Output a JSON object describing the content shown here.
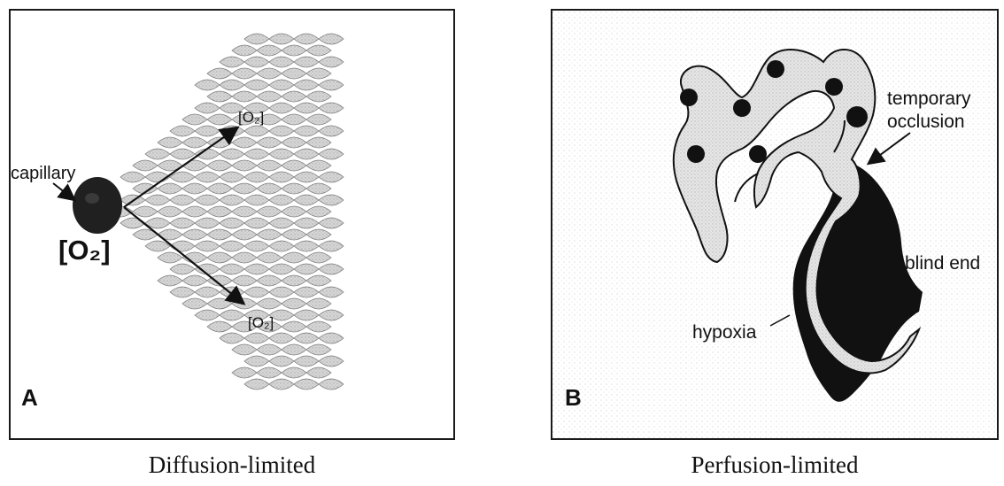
{
  "panel_a": {
    "letter": "A",
    "capillary_label": "capillary",
    "o2_main": "[O₂]",
    "o2_upper": "[O₂]",
    "o2_lower": "[O₂]",
    "caption": "Diffusion-limited"
  },
  "panel_b": {
    "letter": "B",
    "occlusion_line1": "temporary",
    "occlusion_line2": "occlusion",
    "blind_end_label": "blind end",
    "hypoxia_label": "hypoxia",
    "caption": "Perfusion-limited"
  },
  "colors": {
    "cell_fill": "#cfcfcf",
    "cell_stroke": "#7a7a7a",
    "vessel_fill": "#d9d9d9",
    "dark": "#111111",
    "background_stipple": "#f0f0f0"
  }
}
